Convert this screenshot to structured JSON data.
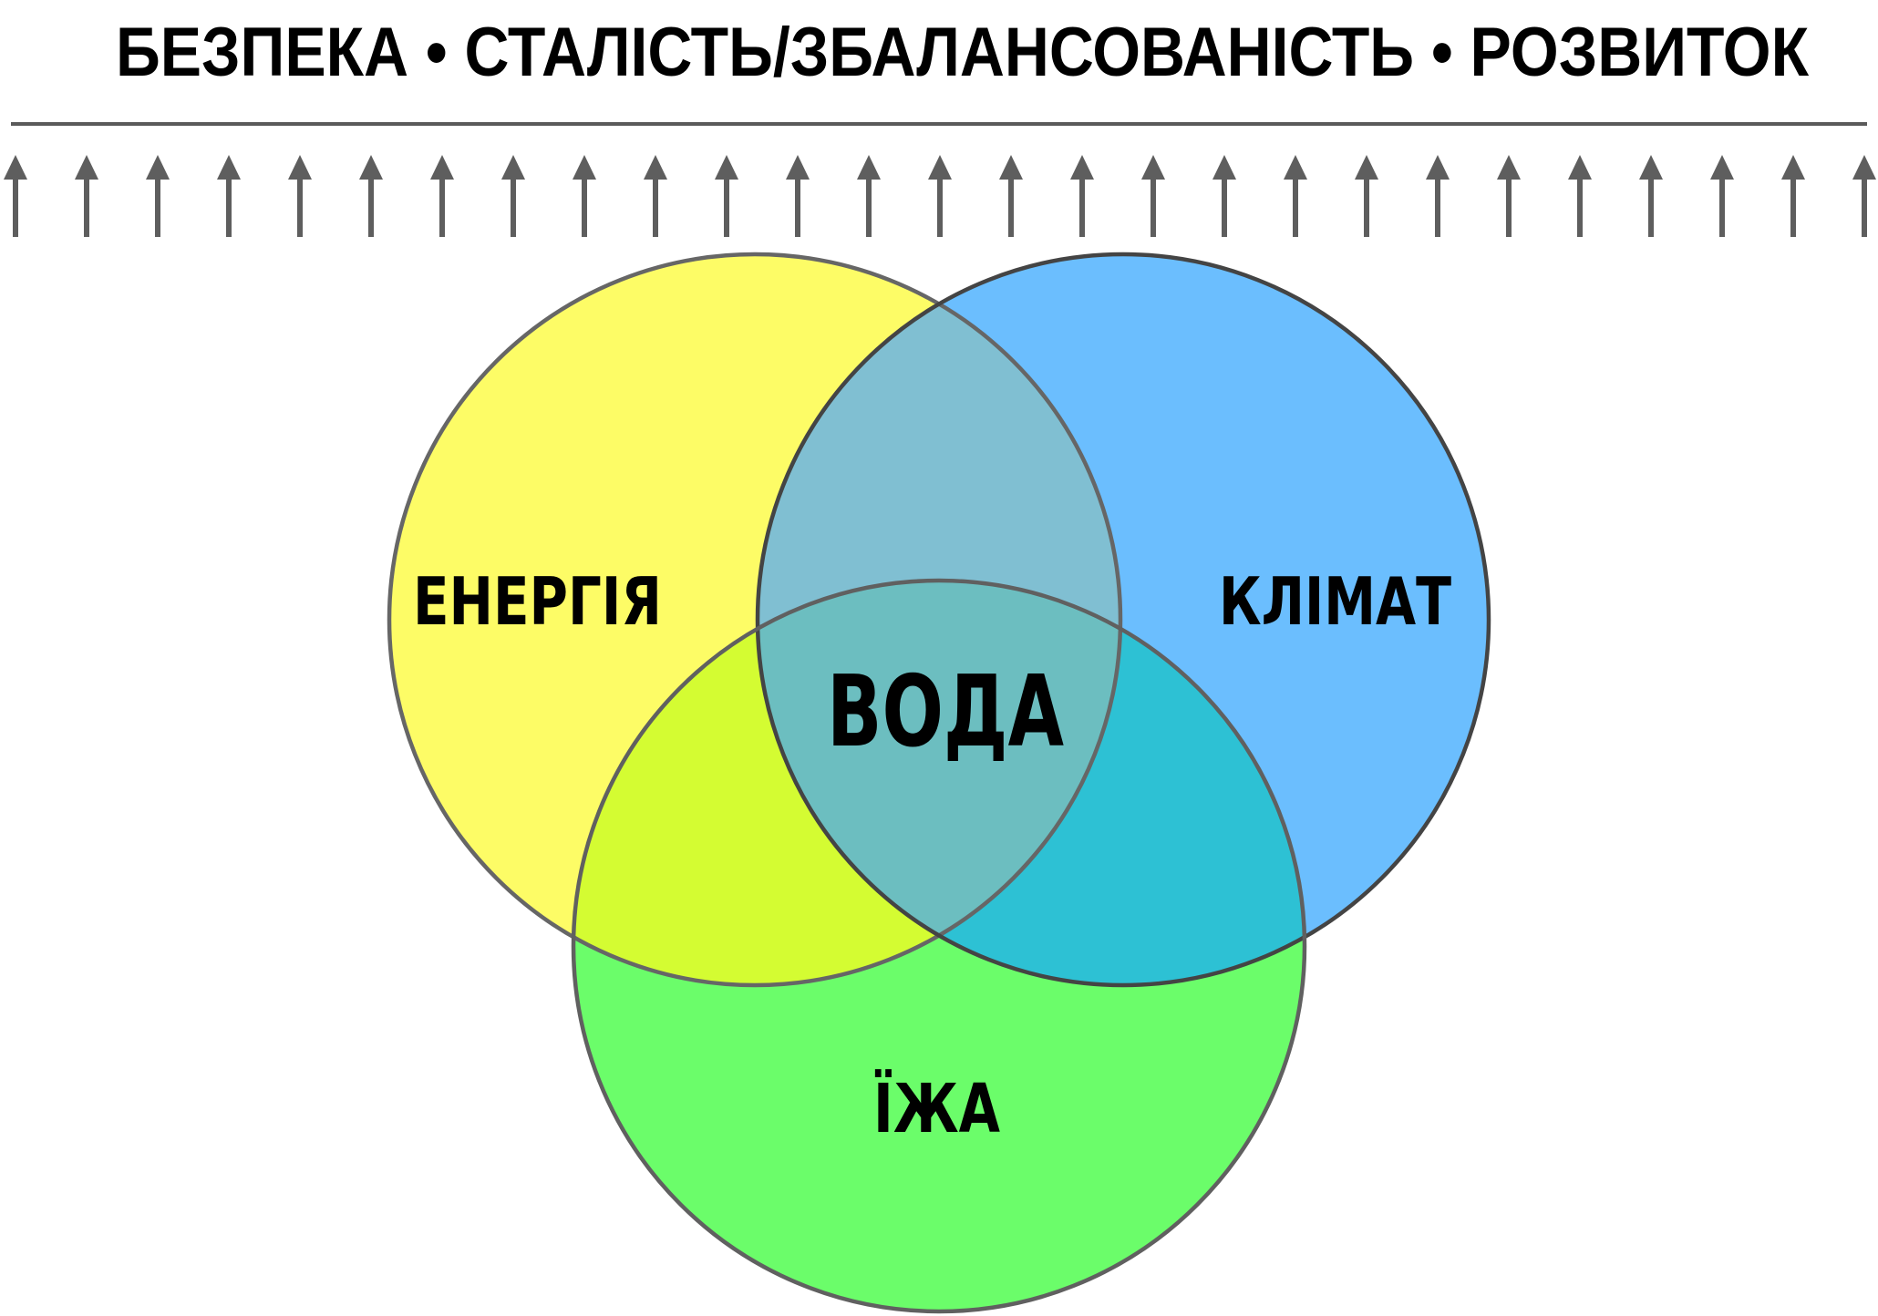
{
  "header": {
    "title": "БЕЗПЕКА • СТАЛІСТЬ/ЗБАЛАНСОВАНІСТЬ • РОЗВИТОК",
    "title_parts": [
      "БЕЗПЕКА",
      "СТАЛІСТЬ/ЗБАЛАНСОВАНІСТЬ",
      "РОЗВИТОК"
    ]
  },
  "arrows": {
    "count": 27,
    "icon": "arrow-up-icon",
    "color": "#5e5e5e"
  },
  "venn": {
    "circles": [
      {
        "id": "energy",
        "label": "ЕНЕРГІЯ",
        "color": "#fdfc66",
        "stroke": "#666666"
      },
      {
        "id": "climate",
        "label": "КЛІМАТ",
        "color": "#6bbefe",
        "stroke": "#444444"
      },
      {
        "id": "food",
        "label": "ЇЖА",
        "color": "#6bfd6a",
        "stroke": "#606060"
      }
    ],
    "overlaps": {
      "energy_climate": "#80bfd2",
      "energy_food": "#d4fc32",
      "climate_food": "#2dc1d4",
      "center": "#6cbec0"
    },
    "center_label": "ВОДА"
  }
}
